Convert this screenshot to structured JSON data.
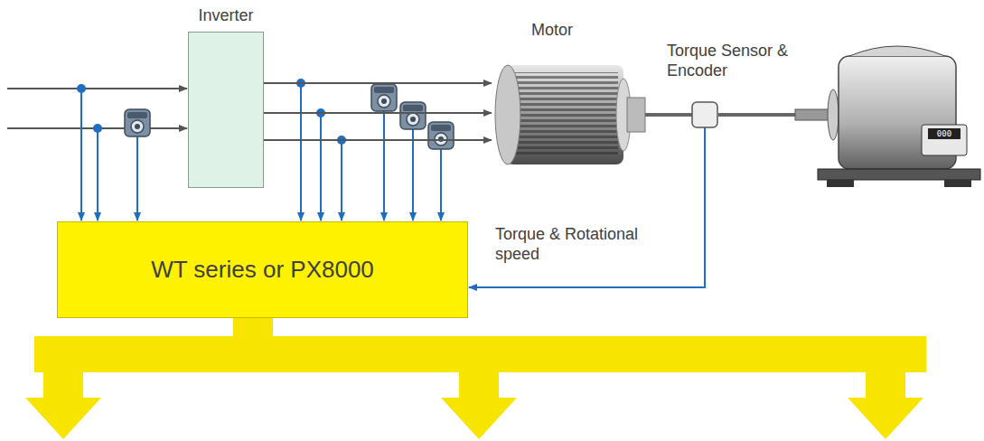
{
  "diagram": {
    "nodes": [
      {
        "text": [
          "Inverter"
        ]
      },
      {
        "text": [
          "Motor"
        ]
      },
      {
        "text": [
          "Torque Sensor & Encoder"
        ]
      },
      {
        "text": [
          "WT series or PX8000"
        ]
      }
    ],
    "edges": [
      {
        "from": 0,
        "to": 1,
        "arrow": "to"
      },
      {
        "from": 0,
        "to": 1,
        "arrow": "to"
      },
      {
        "from": 0,
        "to": 1,
        "arrow": "to"
      },
      {
        "from": 2,
        "to": 3,
        "label": "Torque & Rotational speed",
        "arrow": "to"
      }
    ],
    "labels": [
      "000"
    ]
  }
}
